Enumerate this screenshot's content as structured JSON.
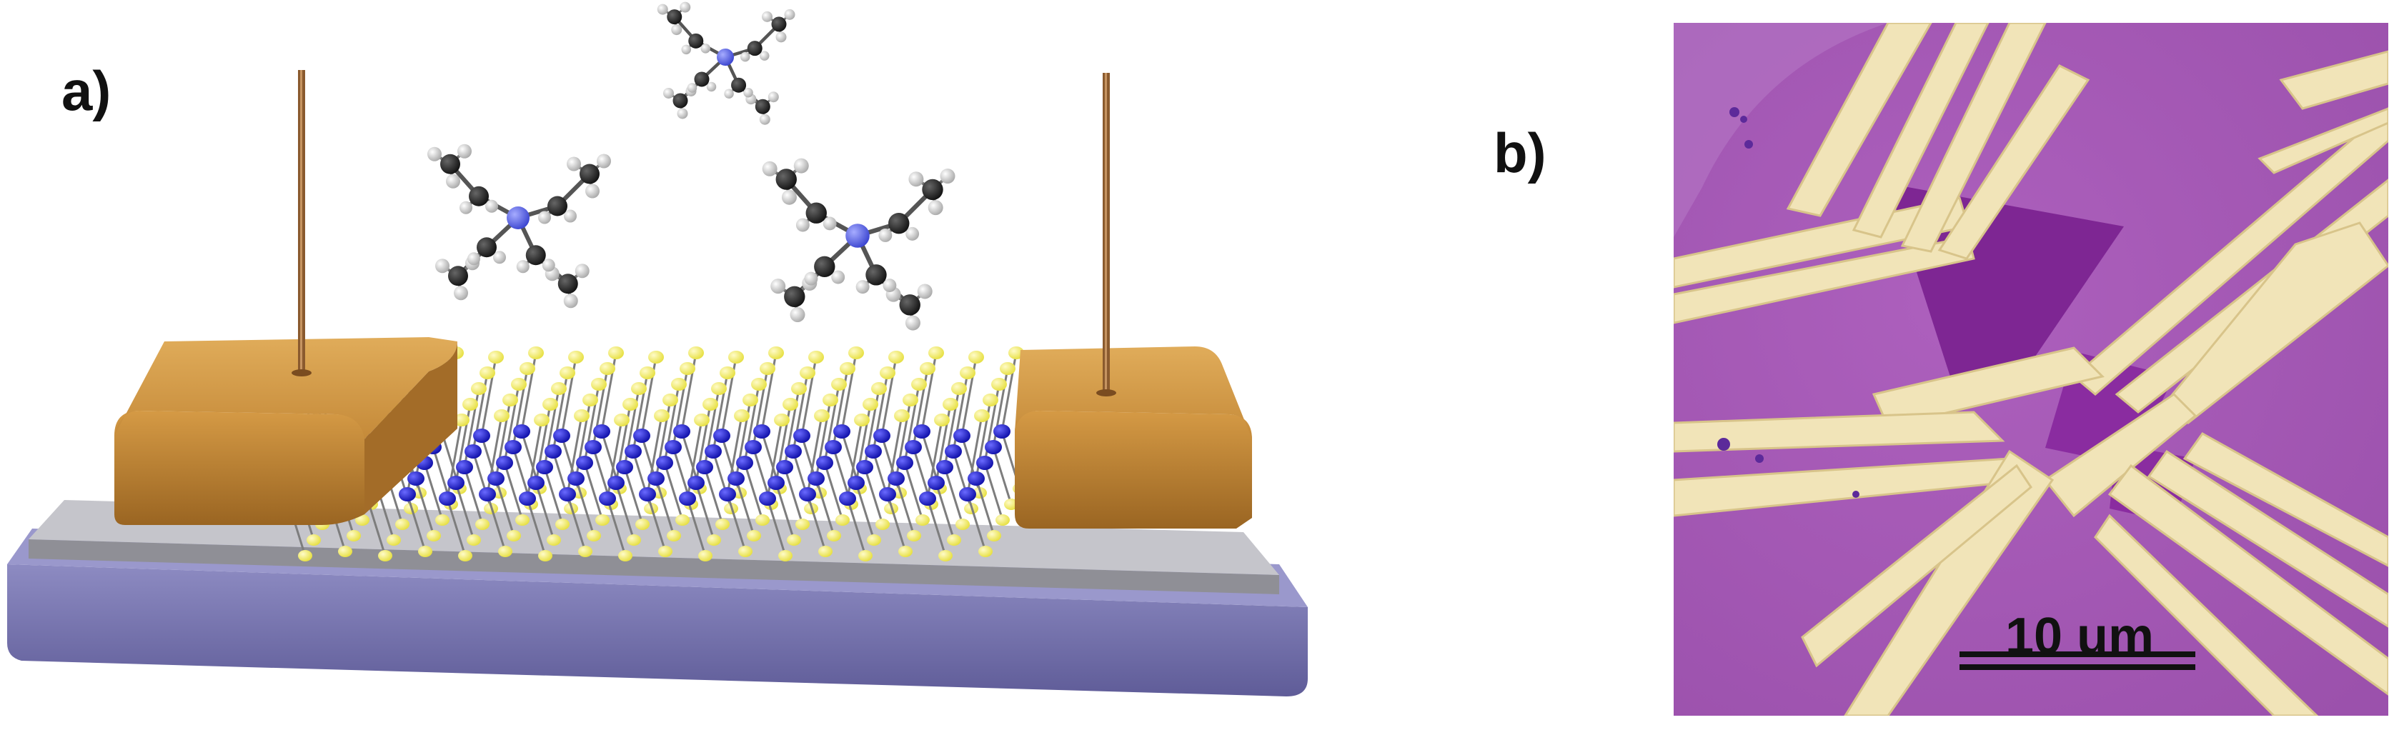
{
  "figure": {
    "panel_a_label": "a)",
    "panel_b_label": "b)",
    "scale_bar_label": "10 um",
    "colors": {
      "substrate": "#7472ab",
      "oxide_layer": "#b9b9be",
      "electrode": "#b87a2b",
      "probe": "#8a5a2e",
      "sulfur": "#f7f36b",
      "metal": "#1616d8",
      "carbon": "#222222",
      "hydrogen": "#dcdcdc",
      "nitrogen": "#5560e8",
      "micrograph_background": "#a457b2",
      "gold_contacts": "#f2e7bf",
      "flake": "#8e2aa0"
    }
  }
}
